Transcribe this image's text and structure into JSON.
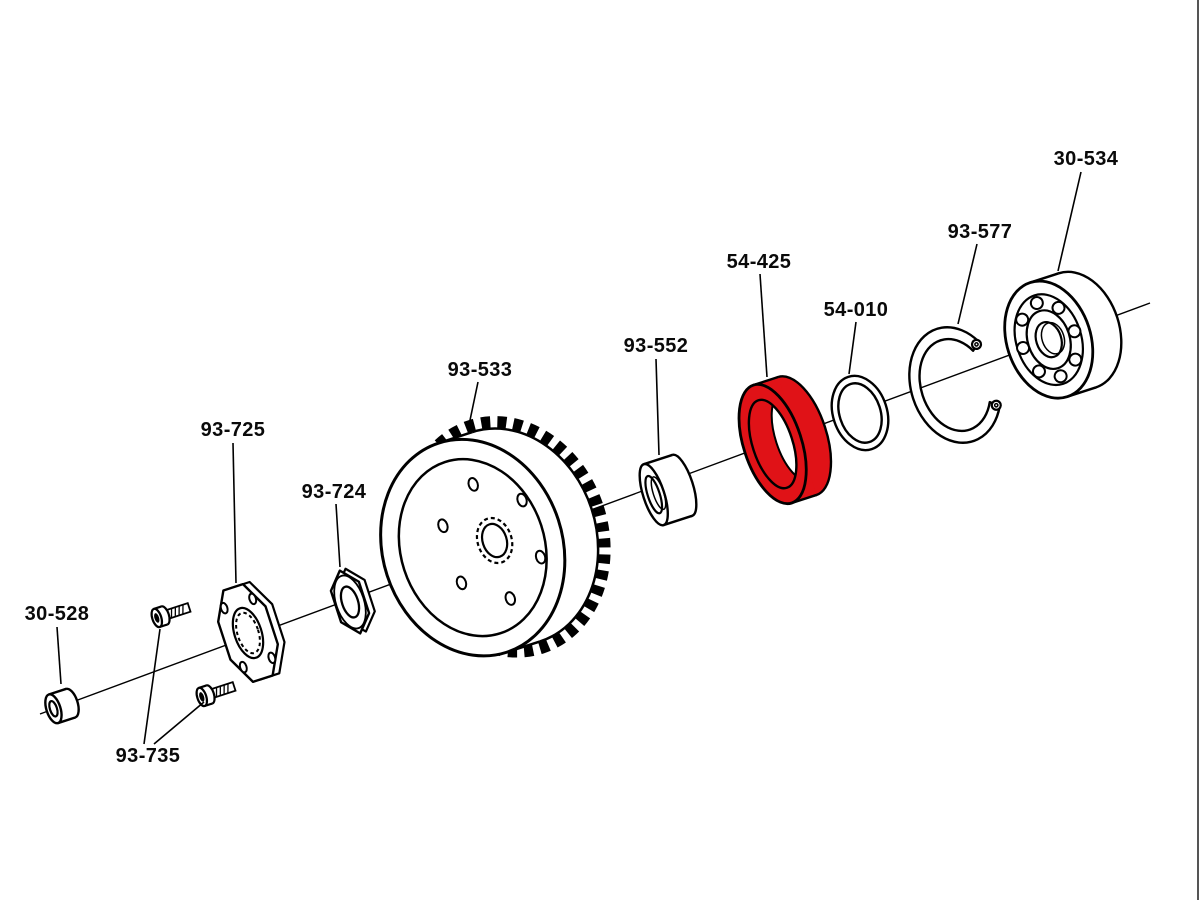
{
  "diagram": {
    "figure_type": "exploded-parts-diagram",
    "background": "#ffffff",
    "line_color": "#000000",
    "highlight_color": "#e01217"
  },
  "parts": [
    {
      "number": "30-528",
      "name": "spacer-bushing"
    },
    {
      "number": "93-735",
      "name": "socket-head-screws"
    },
    {
      "number": "93-725",
      "name": "retainer-plate"
    },
    {
      "number": "93-724",
      "name": "spline-nut"
    },
    {
      "number": "93-533",
      "name": "clutch-drum-gear"
    },
    {
      "number": "93-552",
      "name": "inner-bearing"
    },
    {
      "number": "54-425",
      "name": "spacer-ring-highlighted"
    },
    {
      "number": "54-010",
      "name": "o-ring"
    },
    {
      "number": "93-577",
      "name": "retaining-snap-ring"
    },
    {
      "number": "30-534",
      "name": "ball-bearing"
    }
  ]
}
